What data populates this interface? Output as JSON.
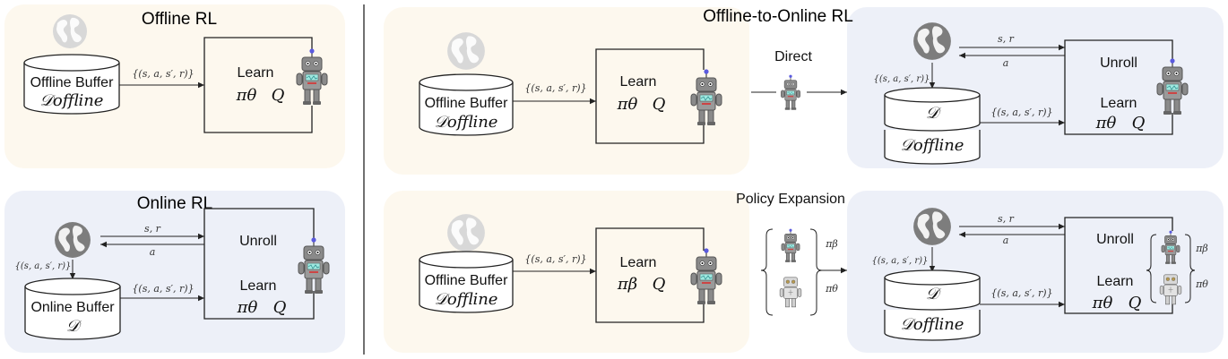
{
  "panels": {
    "offline_rl": {
      "title": "Offline RL",
      "buffer_label": "Offline Buffer",
      "buffer_symbol": "𝒟offline",
      "transition": "{(s, a, s′, r)}",
      "box_learn": "Learn",
      "policy": "πθ",
      "q": "Q"
    },
    "online_rl": {
      "title": "Online RL",
      "buffer_label": "Online Buffer",
      "buffer_symbol": "𝒟",
      "obs": "s, r",
      "action": "a",
      "env_transition": "{(s, a, s′, r)}",
      "transition": "{(s, a, s′, r)}",
      "box_unroll": "Unroll",
      "box_learn": "Learn",
      "policy": "πθ",
      "q": "Q"
    },
    "offline_to_online": {
      "title": "Offline-to-Online RL",
      "direct": {
        "label": "Direct",
        "offline": {
          "buffer_label": "Offline Buffer",
          "buffer_symbol": "𝒟offline",
          "transition": "{(s, a, s′, r)}",
          "box_learn": "Learn",
          "policy": "πθ",
          "q": "Q"
        },
        "online": {
          "obs": "s, r",
          "action": "a",
          "env_transition": "{(s, a, s′, r)}",
          "buffer_top": "𝒟",
          "buffer_bottom": "𝒟offline",
          "transition": "{(s, a, s′, r)}",
          "box_unroll": "Unroll",
          "box_learn": "Learn",
          "policy": "πθ",
          "q": "Q"
        }
      },
      "policy_expansion": {
        "label": "Policy Expansion",
        "offline": {
          "buffer_label": "Offline Buffer",
          "buffer_symbol": "𝒟offline",
          "transition": "{(s, a, s′, r)}",
          "box_learn": "Learn",
          "policy": "πβ",
          "q": "Q"
        },
        "set_beta": "πβ",
        "set_theta": "πθ",
        "online": {
          "obs": "s, r",
          "action": "a",
          "env_transition": "{(s, a, s′, r)}",
          "buffer_top": "𝒟",
          "buffer_bottom": "𝒟offline",
          "transition": "{(s, a, s′, r)}",
          "box_unroll": "Unroll",
          "box_learn": "Learn",
          "policy": "πθ",
          "q": "Q",
          "set_beta": "πβ",
          "set_theta": "πθ"
        }
      }
    }
  },
  "colors": {
    "offline_panel": "#fdf8ee",
    "online_panel": "#edf0f8",
    "globe": "#7d7d7d",
    "globe_faded": "#d6d6d6",
    "robot_screen": "#7fe0d8"
  },
  "icons": [
    "globe-icon",
    "robot-icon",
    "database-icon"
  ]
}
